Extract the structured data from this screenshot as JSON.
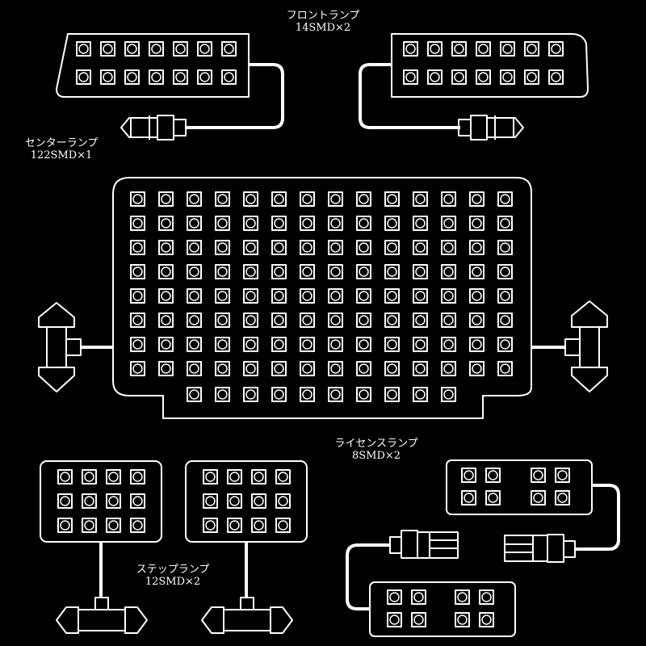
{
  "front_lamp": {
    "name": "フロントランプ",
    "spec": "14SMD×2"
  },
  "center_lamp": {
    "name": "センターランプ",
    "spec": "122SMD×1"
  },
  "license_lamp": {
    "name": "ライセンスランプ",
    "spec": "8SMD×2"
  },
  "step_lamp": {
    "name": "ステップランプ",
    "spec": "12SMD×2"
  },
  "colors": {
    "background": "#000000",
    "line": "#ffffff"
  }
}
